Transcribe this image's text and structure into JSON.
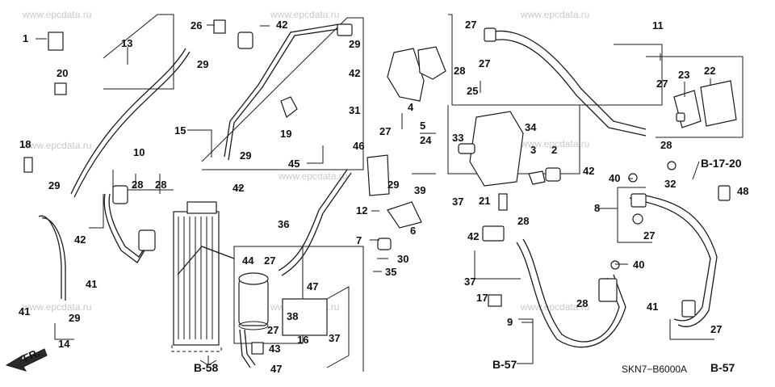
{
  "watermark": "www.epcdata.ru",
  "diagram_code": "SKN7−B6000A",
  "front_label": "FR.",
  "refs": {
    "b17_20": "B-17-20",
    "b57_left": "B-57",
    "b57_right": "B-57",
    "b58": "B-58"
  },
  "callouts": {
    "c1": "1",
    "c2": "2",
    "c3": "3",
    "c4": "4",
    "c5": "5",
    "c6": "6",
    "c7": "7",
    "c8": "8",
    "c9": "9",
    "c10": "10",
    "c11": "11",
    "c12": "12",
    "c13": "13",
    "c14": "14",
    "c15": "15",
    "c16": "16",
    "c17": "17",
    "c18": "18",
    "c19": "19",
    "c20": "20",
    "c21": "21",
    "c22": "22",
    "c23": "23",
    "c24": "24",
    "c25": "25",
    "c26": "26",
    "c27": "27",
    "c28": "28",
    "c29": "29",
    "c30": "30",
    "c31": "31",
    "c32": "32",
    "c33": "33",
    "c34": "34",
    "c35": "35",
    "c36": "36",
    "c37": "37",
    "c38": "38",
    "c39": "39",
    "c40": "40",
    "c41": "41",
    "c42": "42",
    "c43": "43",
    "c44": "44",
    "c45": "45",
    "c46": "46",
    "c47": "47",
    "c48": "48"
  }
}
